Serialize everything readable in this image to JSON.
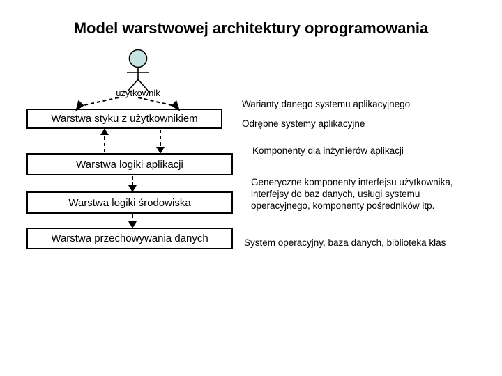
{
  "slide": {
    "title": "Model warstwowej architektury oprogramowania",
    "background_color": "#ffffff",
    "text_color": "#000000"
  },
  "actor": {
    "name": "actor-user",
    "label": "użytkownik",
    "head_fill": "#c5e3e3",
    "stroke_color": "#000000"
  },
  "layers": [
    {
      "id": "ui",
      "label": "Warstwa styku z użytkownikiem"
    },
    {
      "id": "app",
      "label": "Warstwa logiki aplikacji"
    },
    {
      "id": "env",
      "label": "Warstwa logiki środowiska"
    },
    {
      "id": "storage",
      "label": "Warstwa przechowywania danych"
    }
  ],
  "notes": {
    "variants": "Warianty danego systemu aplikacyjnego",
    "separate": "Odrębne systemy aplikacyjne",
    "components": "Komponenty dla inżynierów aplikacji",
    "generic": "Generyczne komponenty interfejsu użytkownika, interfejsy do baz danych, usługi systemu operacyjnego, komponenty pośredników itp.",
    "os": "System operacyjny, baza danych, biblioteka klas"
  },
  "connectors": [
    {
      "id": "actor-to-ui-left",
      "style": "dashed",
      "direction": "down"
    },
    {
      "id": "actor-to-ui-right",
      "style": "dashed",
      "direction": "down"
    },
    {
      "id": "app-to-ui",
      "style": "dashed",
      "direction": "up"
    },
    {
      "id": "ui-to-app",
      "style": "dashed",
      "direction": "down"
    },
    {
      "id": "app-to-env",
      "style": "dashed",
      "direction": "down"
    },
    {
      "id": "env-to-storage",
      "style": "dashed",
      "direction": "down"
    }
  ]
}
